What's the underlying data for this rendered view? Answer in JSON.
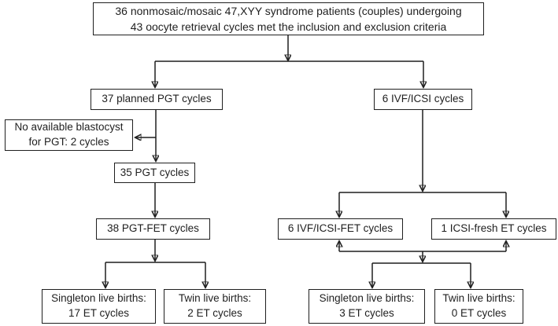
{
  "diagram": {
    "type": "flowchart",
    "colors": {
      "background": "#ffffff",
      "box_border": "#1f1f1f",
      "line": "#1f1f1f",
      "text": "#1f1f1f"
    },
    "nodes": {
      "inclusion": {
        "text": "36 nonmosaic/mosaic 47,XYY syndrome patients (couples) undergoing\n43 oocyte retrieval cycles met the inclusion and exclusion criteria"
      },
      "planned_pgt": {
        "text": "37 planned PGT cycles"
      },
      "ivf_icsi": {
        "text": "6 IVF/ICSI cycles"
      },
      "no_blastocyst": {
        "text": "No available blastocyst\nfor PGT: 2 cycles"
      },
      "pgt": {
        "text": "35 PGT cycles"
      },
      "pgt_fet": {
        "text": "38 PGT-FET cycles"
      },
      "ivf_icsi_fet": {
        "text": "6 IVF/ICSI-FET cycles"
      },
      "icsi_fresh": {
        "text": "1 ICSI-fresh ET cycles"
      },
      "singleton_pgt": {
        "text": "Singleton live births:\n17 ET cycles"
      },
      "twin_pgt": {
        "text": "Twin live births:\n2 ET cycles"
      },
      "singleton_ivf": {
        "text": "Singleton live births:\n3 ET cycles"
      },
      "twin_ivf": {
        "text": "Twin live births:\n0 ET cycles"
      }
    }
  }
}
